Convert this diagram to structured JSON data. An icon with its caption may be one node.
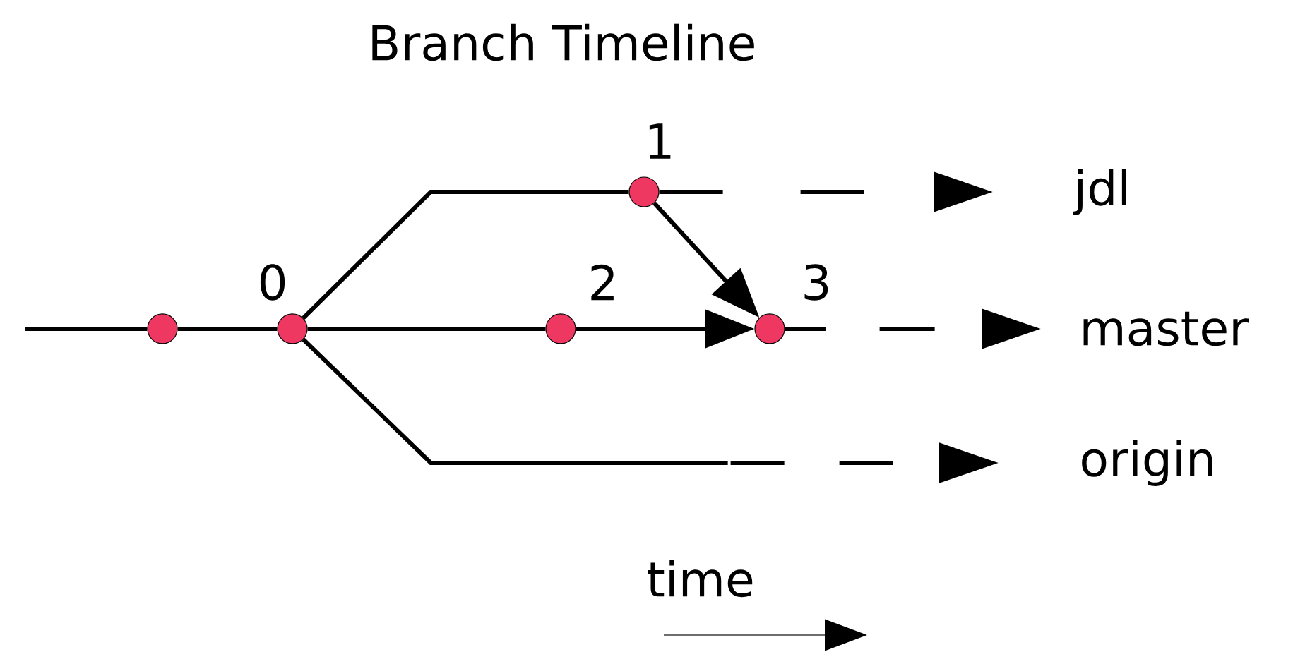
{
  "diagram": {
    "title": "Branch Timeline",
    "nodes": [
      {
        "text": [],
        "shape": "circle"
      },
      {
        "text": [],
        "shape": "circle",
        "beside": [
          "0"
        ]
      },
      {
        "text": [],
        "shape": "circle",
        "beside": [
          "1"
        ]
      },
      {
        "text": [],
        "shape": "circle",
        "beside": [
          "2"
        ]
      },
      {
        "text": [],
        "shape": "circle",
        "beside": [
          "3"
        ]
      },
      {
        "text": [
          "jdl"
        ]
      },
      {
        "text": [
          "master"
        ]
      },
      {
        "text": [
          "origin"
        ]
      }
    ],
    "edges": [
      {
        "from": null,
        "to": 0,
        "arrow": "none"
      },
      {
        "from": 0,
        "to": 1,
        "arrow": "none"
      },
      {
        "from": 1,
        "to": 2,
        "arrow": "none"
      },
      {
        "from": 1,
        "to": 3,
        "arrow": "none"
      },
      {
        "from": 3,
        "to": 4,
        "arrow": "to"
      },
      {
        "from": 2,
        "to": 4,
        "arrow": "to"
      },
      {
        "from": 2,
        "to": 5,
        "arrow": "to",
        "style": "dashed"
      },
      {
        "from": 4,
        "to": 6,
        "arrow": "to",
        "style": "dashed"
      },
      {
        "from": 1,
        "to": 7,
        "arrow": "to",
        "style": "dashed"
      }
    ],
    "labels": [
      "time"
    ]
  }
}
